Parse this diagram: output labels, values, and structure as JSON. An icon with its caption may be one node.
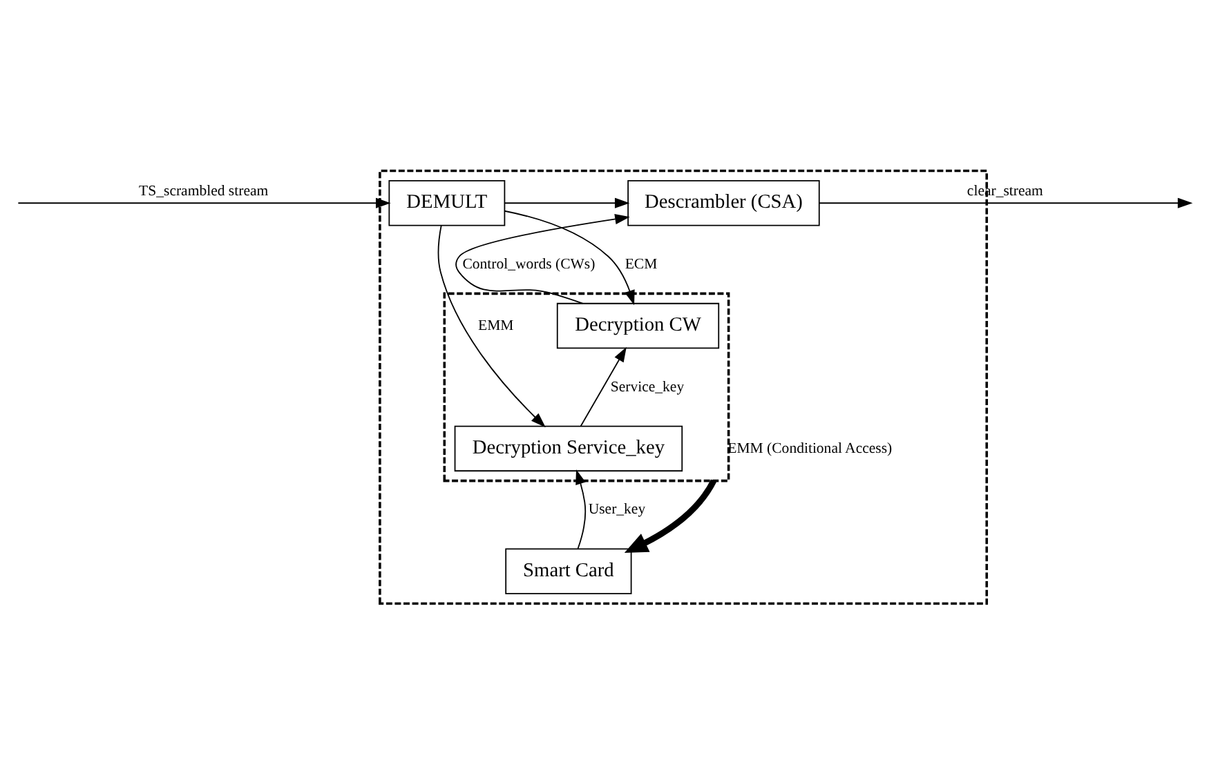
{
  "diagram": {
    "nodes": [
      {
        "text": [],
        "shape": "box"
      },
      {
        "text": [
          "DEMULT"
        ],
        "in": 0
      },
      {
        "text": [
          "Descrambler (CSA)"
        ],
        "in": 0
      },
      {
        "text": [],
        "shape": "box",
        "in": 0
      },
      {
        "text": [
          "Decryption CW"
        ],
        "in": 3
      },
      {
        "text": [
          "Decryption Service_key"
        ],
        "in": 3
      },
      {
        "text": [
          "Smart Card"
        ],
        "in": 0
      }
    ],
    "edges": [
      {
        "from": null,
        "to": 1,
        "arrow": "to",
        "label": "TS_scrambled stream"
      },
      {
        "from": 1,
        "to": 2,
        "arrow": "to"
      },
      {
        "from": 2,
        "to": null,
        "arrow": "to",
        "label": "clear_stream"
      },
      {
        "from": 1,
        "to": 4,
        "arrow": "to",
        "label": "ECM"
      },
      {
        "from": 1,
        "to": 5,
        "arrow": "to",
        "label": "EMM"
      },
      {
        "from": 4,
        "to": 2,
        "arrow": "to",
        "label": "Control_words (CWs)"
      },
      {
        "from": 5,
        "to": 4,
        "arrow": "to",
        "label": "Service_key"
      },
      {
        "from": 3,
        "to": 6,
        "arrow": "to",
        "label": "EMM (Conditional Access)",
        "style": "thick"
      },
      {
        "from": 6,
        "to": 5,
        "arrow": "to",
        "label": "User_key"
      }
    ]
  }
}
